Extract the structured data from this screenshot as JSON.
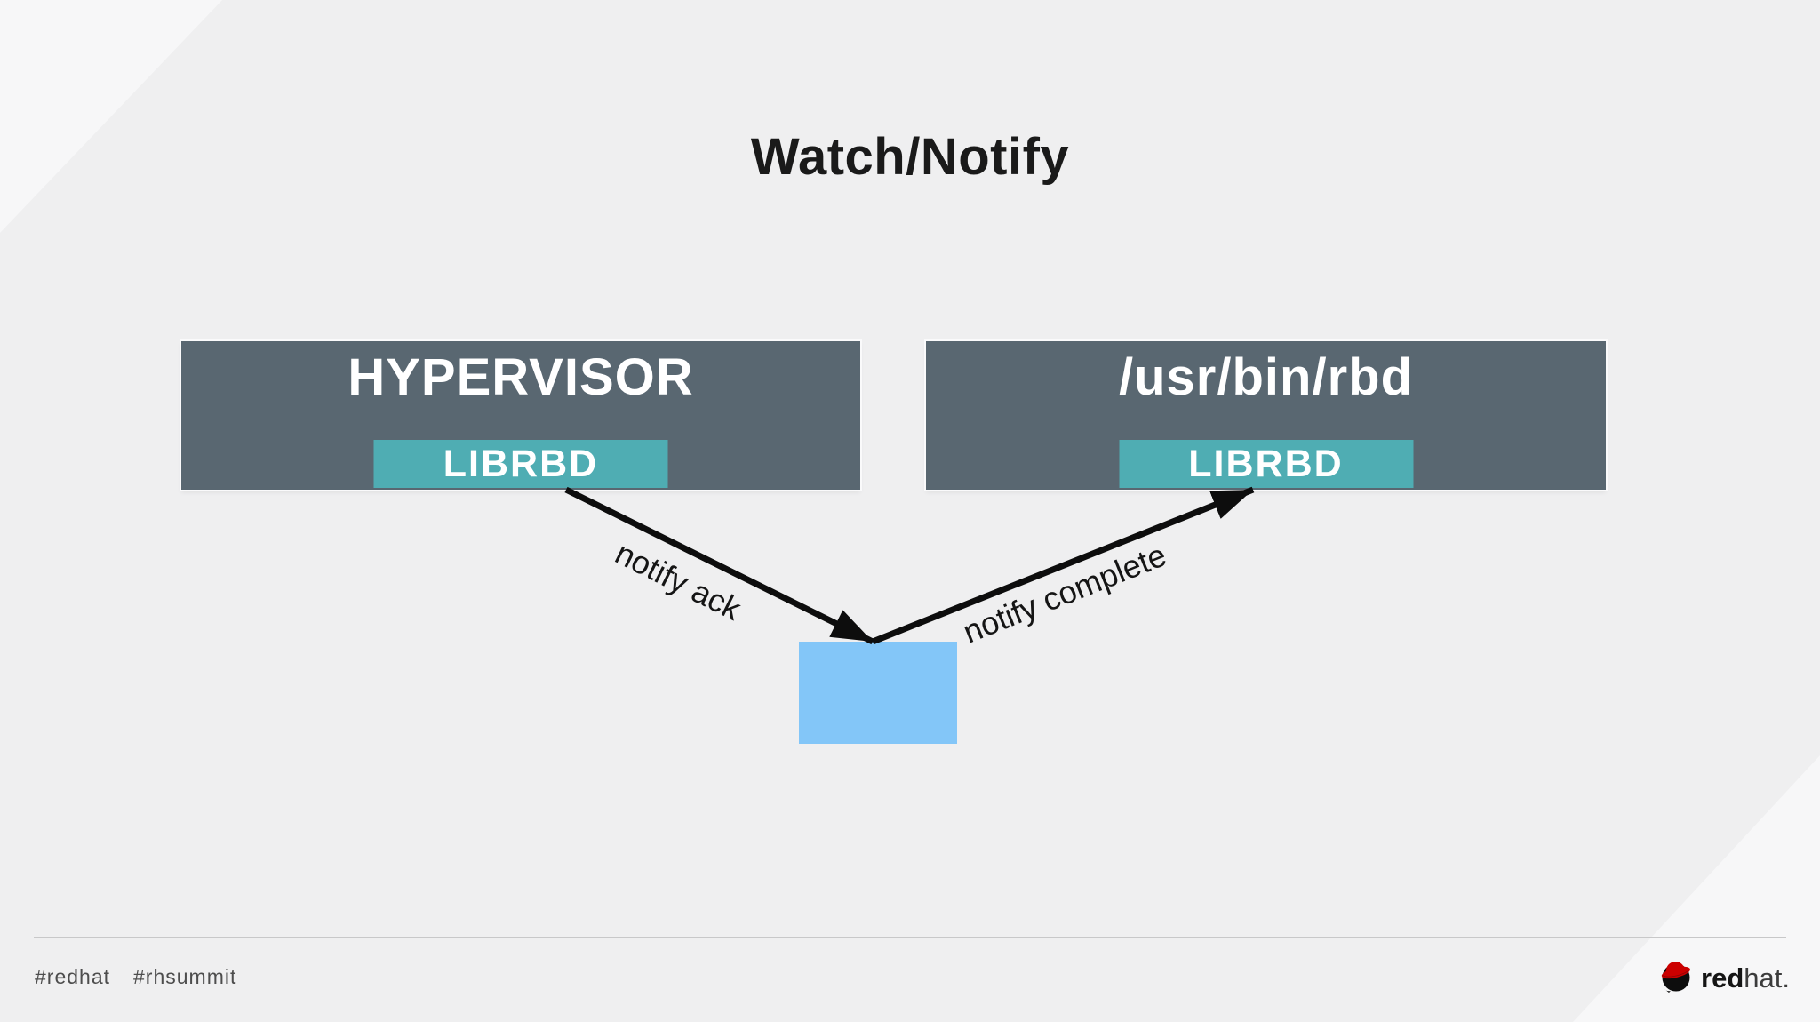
{
  "slide": {
    "title": "Watch/Notify"
  },
  "diagram": {
    "left_box": {
      "title": "HYPERVISOR",
      "sublabel": "LIBRBD"
    },
    "right_box": {
      "title": "/usr/bin/rbd",
      "sublabel": "LIBRBD"
    },
    "arrows": [
      {
        "label": "notify ack",
        "from": "HYPERVISOR LIBRBD",
        "to": "blue box"
      },
      {
        "label": "notify complete",
        "from": "blue box",
        "to": "/usr/bin/rbd LIBRBD"
      }
    ]
  },
  "footer": {
    "hashtags": [
      "#redhat",
      "#rhsummit"
    ],
    "logo": {
      "brand_bold": "red",
      "brand_light": "hat",
      "suffix": "."
    }
  },
  "colors": {
    "bg": "#efeff0",
    "bg-light": "#f7f7f8",
    "box-dark": "#596771",
    "teal": "#4fadb3",
    "blue": "#83c6f8",
    "arrow": "#0d0d0d",
    "title-text": "#1a1a1a",
    "footer-text": "#4d4d4d",
    "logo-red": "#cc0000"
  }
}
